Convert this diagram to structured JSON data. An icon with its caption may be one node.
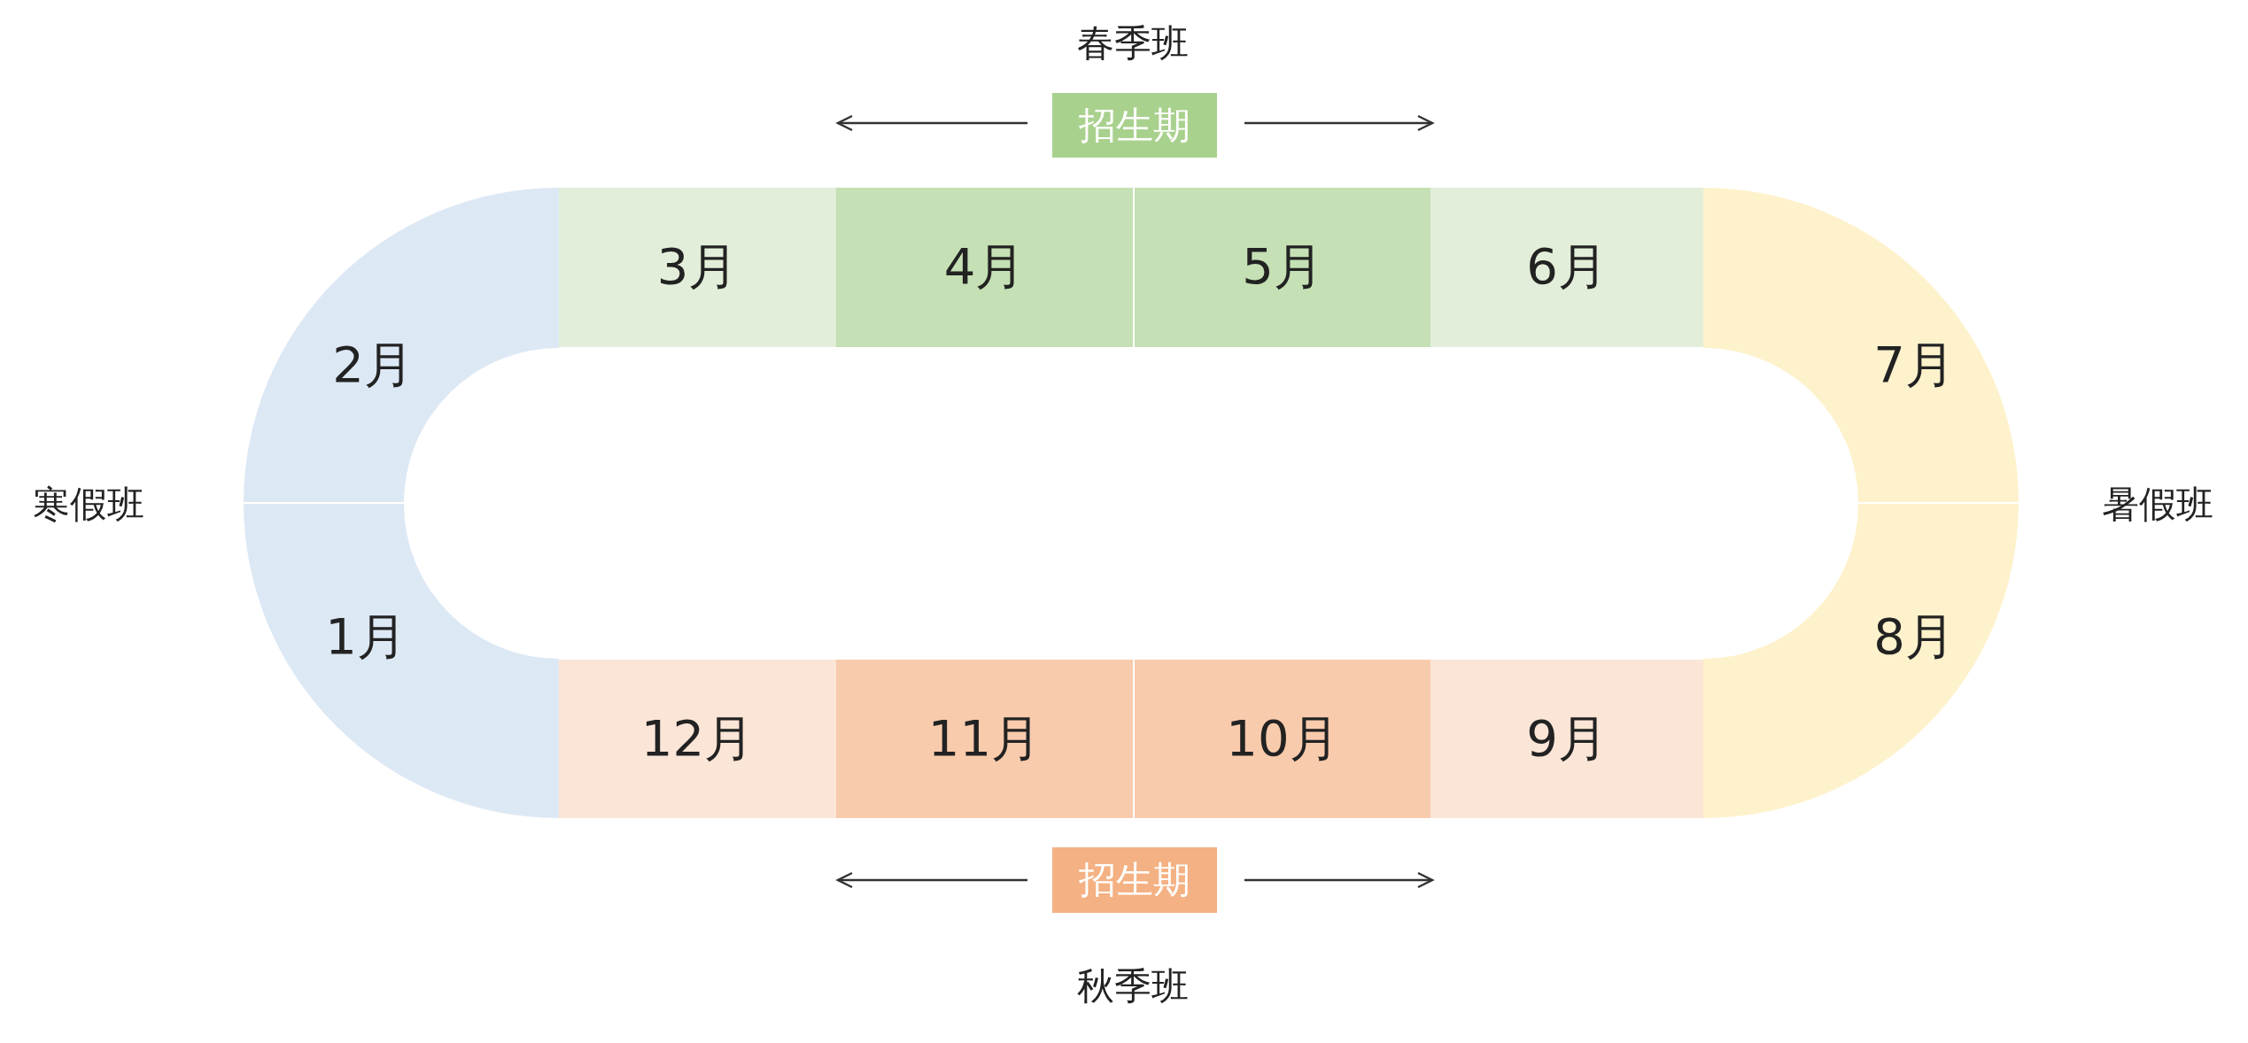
{
  "diagram": {
    "nodes": [
      {
        "text": [
          "招生期"
        ]
      },
      {
        "text": [
          "3月"
        ]
      },
      {
        "text": [
          "4月"
        ]
      },
      {
        "text": [
          "5月"
        ]
      },
      {
        "text": [
          "6月"
        ]
      },
      {
        "text": [
          "2月"
        ]
      },
      {
        "text": [
          "7月"
        ]
      },
      {
        "text": [
          "1月"
        ]
      },
      {
        "text": [
          "8月"
        ]
      },
      {
        "text": [
          "12月"
        ]
      },
      {
        "text": [
          "11月"
        ]
      },
      {
        "text": [
          "10月"
        ]
      },
      {
        "text": [
          "9月"
        ]
      },
      {
        "text": [
          "招生期"
        ]
      }
    ],
    "labels": [
      "春季班",
      "寒假班",
      "暑假班",
      "秋季班"
    ]
  }
}
